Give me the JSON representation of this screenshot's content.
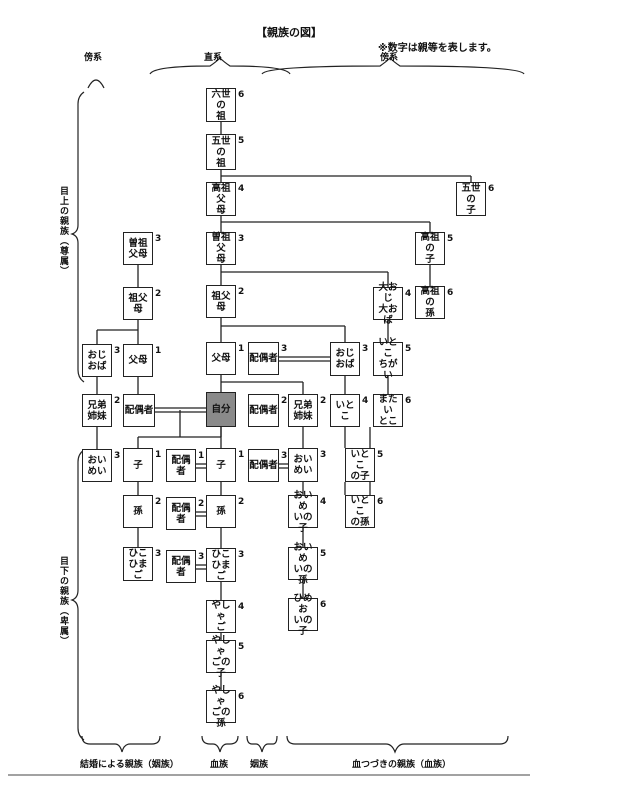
{
  "title": "【親族の図】",
  "note": "※数字は親等を表します。",
  "top_labels": {
    "bokei_left": "傍系",
    "chokkei": "直系",
    "bokei_right": "傍系"
  },
  "side_labels": {
    "upper": "目上の親族（尊属）",
    "lower": "目下の親族（卑属）"
  },
  "bottom_labels": {
    "marriage": "結婚による親族（姻族）",
    "blood1": "血族",
    "in_law": "姻族",
    "blood2": "血つづきの親族（血族）"
  },
  "nodes": {
    "rokusei": {
      "label": "六世の\n祖",
      "deg": "6"
    },
    "gosei": {
      "label": "五世の\n祖",
      "deg": "5"
    },
    "kouso": {
      "label": "高祖父\n母",
      "deg": "4"
    },
    "gosei_ko": {
      "label": "五世の\n子",
      "deg": "6"
    },
    "soso": {
      "label": "曽祖父\n母",
      "deg": "3"
    },
    "soso_in": {
      "label": "曽祖\n父母",
      "deg": "3"
    },
    "kouso_ko": {
      "label": "高祖の\n子",
      "deg": "5"
    },
    "sofubo": {
      "label": "祖父母",
      "deg": "2"
    },
    "sofubo_in": {
      "label": "祖父母",
      "deg": "2"
    },
    "ooji": {
      "label": "大おじ\n大おば",
      "deg": "4"
    },
    "kouso_mago": {
      "label": "高祖の\n孫",
      "deg": "6"
    },
    "fubo": {
      "label": "父母",
      "deg": "1"
    },
    "fubo_in": {
      "label": "父母",
      "deg": "1"
    },
    "oji_in": {
      "label": "おじ\nおば",
      "deg": "3"
    },
    "haigu_oji": {
      "label": "配偶者",
      "deg": "3"
    },
    "oji": {
      "label": "おじ\nおば",
      "deg": "3"
    },
    "itoko_chigai": {
      "label": "いとこ\nちがい",
      "deg": "5"
    },
    "kyodai_in": {
      "label": "兄弟\n姉妹",
      "deg": "2"
    },
    "haigusha": {
      "label": "配偶者",
      "deg": ""
    },
    "jibun": {
      "label": "自分",
      "deg": ""
    },
    "haigu_kyo": {
      "label": "配偶者",
      "deg": "2"
    },
    "kyodai": {
      "label": "兄弟\n姉妹",
      "deg": "2"
    },
    "itoko": {
      "label": "いとこ",
      "deg": "4"
    },
    "mata_itoko": {
      "label": "またい\nとこ",
      "deg": "6"
    },
    "oimei_in": {
      "label": "おい\nめい",
      "deg": "3"
    },
    "ko_in": {
      "label": "子",
      "deg": "1"
    },
    "haigu_ko": {
      "label": "配偶者",
      "deg": "1"
    },
    "ko": {
      "label": "子",
      "deg": "1"
    },
    "haigu_oimei": {
      "label": "配偶者",
      "deg": "3"
    },
    "oimei": {
      "label": "おい\nめい",
      "deg": "3"
    },
    "itoko_ko": {
      "label": "いとこ\nの子",
      "deg": "5"
    },
    "mago_in": {
      "label": "孫",
      "deg": "2"
    },
    "haigu_mago": {
      "label": "配偶者",
      "deg": "2"
    },
    "mago": {
      "label": "孫",
      "deg": "2"
    },
    "oimei_ko": {
      "label": "おいめ\nいの子",
      "deg": "4"
    },
    "itoko_mago": {
      "label": "いとこ\nの孫",
      "deg": "6"
    },
    "hiko_in": {
      "label": "ひこ\nひまご",
      "deg": "3"
    },
    "haigu_hiko": {
      "label": "配偶者",
      "deg": "3"
    },
    "hiko": {
      "label": "ひこ\nひまご",
      "deg": "3"
    },
    "oimei_mago": {
      "label": "おいめ\nいの孫",
      "deg": "5"
    },
    "yashago": {
      "label": "やしゃ\nご",
      "deg": "4"
    },
    "himeoi": {
      "label": "ひめお\nいの子",
      "deg": "6"
    },
    "yashago_ko": {
      "label": "やしゃ\nごの子",
      "deg": "5"
    },
    "yashago_mago": {
      "label": "やしゃ\nごの孫",
      "deg": "6"
    }
  }
}
